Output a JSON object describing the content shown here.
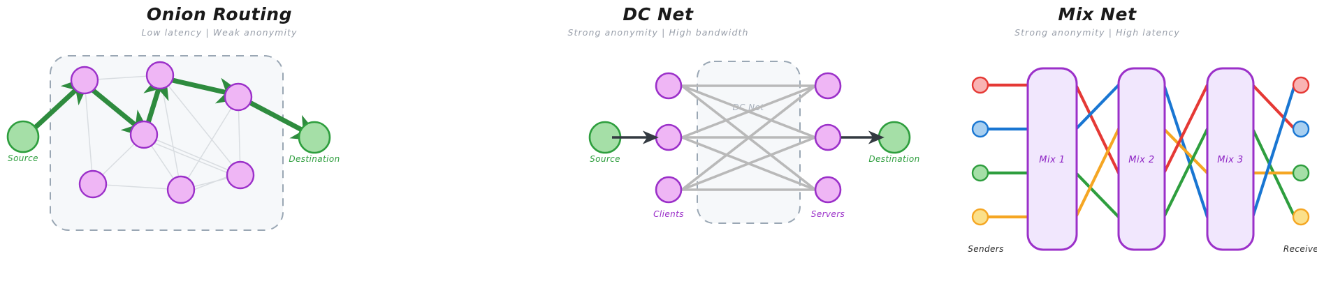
{
  "palette": {
    "green_node_fill": "#a5dfa7",
    "green_node_stroke": "#2e9e3e",
    "purple_node_fill": "#efb6f5",
    "purple_node_stroke": "#9b30c9",
    "route_green": "#2e8b3e",
    "edge_gray": "#d8dce0",
    "dcnet_edge_gray": "#b9b9b9",
    "dashed_border": "#9aa7b4",
    "region_fill": "#f6f8fa",
    "mix_box_fill": "#f1e7fd",
    "mix_box_stroke": "#9b30c9",
    "arrow_dark": "#333a41",
    "flow_red": "#e53935",
    "flow_blue": "#1976d2",
    "flow_green": "#2e9e3e",
    "flow_orange": "#f5a623",
    "title_color": "#1a1a1a",
    "subtitle_color": "#9aa0ab"
  },
  "panels": [
    {
      "id": "onion-routing",
      "title": "Onion Routing",
      "subtitle": "Low latency  |  Weak anonymity",
      "source_label": "Source",
      "destination_label": "Destination",
      "relay_count": 7,
      "route_hops": [
        "Source",
        "Relay 1",
        "Relay 4",
        "Relay 2",
        "Relay 3",
        "Destination"
      ]
    },
    {
      "id": "dc-net",
      "title": "DC Net",
      "subtitle": "Strong anonymity  |  High bandwidth",
      "source_label": "Source",
      "destination_label": "Destination",
      "region_label": "DC Net",
      "left_group_label": "Clients",
      "right_group_label": "Servers",
      "client_count": 3,
      "server_count": 3
    },
    {
      "id": "mix-net",
      "title": "Mix Net",
      "subtitle": "Strong anonymity  |  High latency",
      "senders_label": "Senders",
      "receivers_label": "Receivers",
      "mixes": [
        "Mix 1",
        "Mix 2",
        "Mix 3"
      ],
      "sender_colors": [
        "red",
        "blue",
        "green",
        "orange"
      ],
      "receiver_colors": [
        "red",
        "blue",
        "green",
        "orange"
      ]
    }
  ]
}
